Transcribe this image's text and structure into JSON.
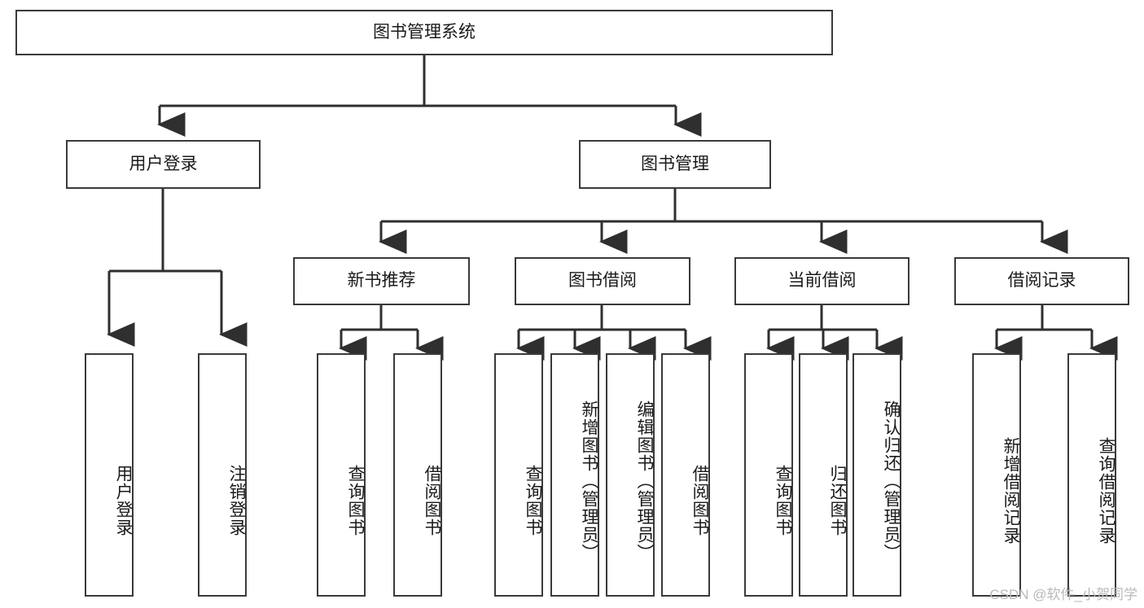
{
  "diagram": {
    "type": "tree",
    "title": "图书管理系统",
    "watermark": "CSDN @软件_小贺同学",
    "colors": {
      "box_border": "#3a3a3a",
      "box_fill": "#ffffff",
      "connector": "#2f2f2f",
      "text": "#1a1a1a",
      "watermark": "#b9b9b9"
    },
    "nodes": {
      "root": {
        "label": "图书管理系统"
      },
      "level1": [
        {
          "label": "用户登录"
        },
        {
          "label": "图书管理"
        }
      ],
      "level2": [
        {
          "label": "新书推荐"
        },
        {
          "label": "图书借阅"
        },
        {
          "label": "当前借阅"
        },
        {
          "label": "借阅记录"
        }
      ],
      "leaves_user_login": [
        {
          "label": "用户登录"
        },
        {
          "label": "注销登录"
        }
      ],
      "leaves_new_book": [
        {
          "label": "查询图书"
        },
        {
          "label": "借阅图书"
        }
      ],
      "leaves_borrow": [
        {
          "label": "查询图书"
        },
        {
          "label": "新增图书（管理员）"
        },
        {
          "label": "编辑图书（管理员）"
        },
        {
          "label": "借阅图书"
        }
      ],
      "leaves_current": [
        {
          "label": "查询图书"
        },
        {
          "label": "归还图书"
        },
        {
          "label": "确认归还（管理员）"
        }
      ],
      "leaves_records": [
        {
          "label": "新增借阅记录"
        },
        {
          "label": "查询借阅记录"
        }
      ]
    }
  }
}
